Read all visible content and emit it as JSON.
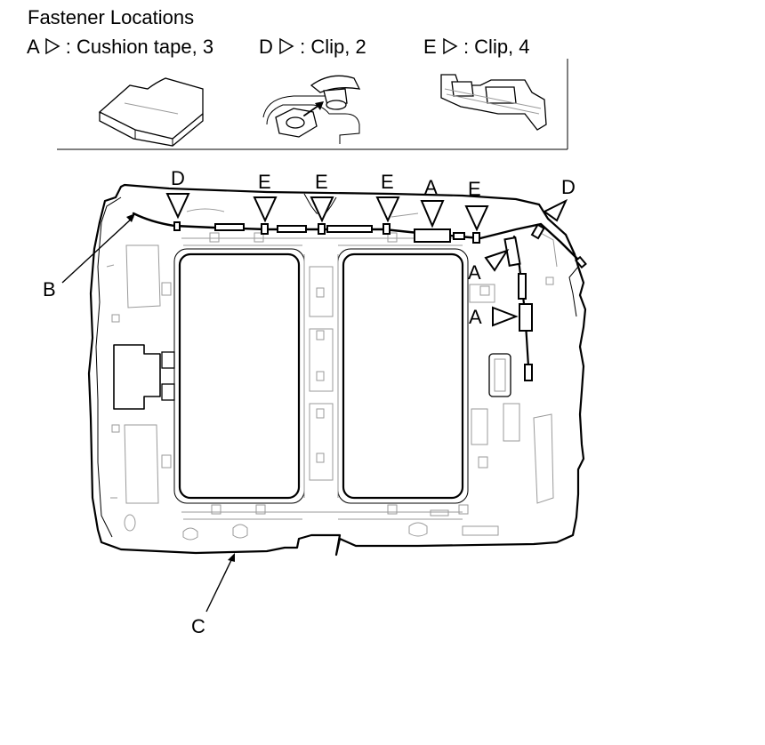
{
  "title": "Fastener Locations",
  "legend": [
    {
      "letter": "A",
      "text": ": Cushion tape, 3"
    },
    {
      "letter": "D",
      "text": " : Clip, 2"
    },
    {
      "letter": "E",
      "text": " : Clip, 4"
    }
  ],
  "markers": {
    "D": "D",
    "E": "E",
    "A": "A",
    "B": "B",
    "C": "C"
  },
  "icons": {
    "legend_marker": "open-triangle-pointer-icon",
    "cushion_tape": "cushion-tape-icon",
    "clip_d": "clip-d-icon",
    "clip_e": "clip-e-icon"
  }
}
